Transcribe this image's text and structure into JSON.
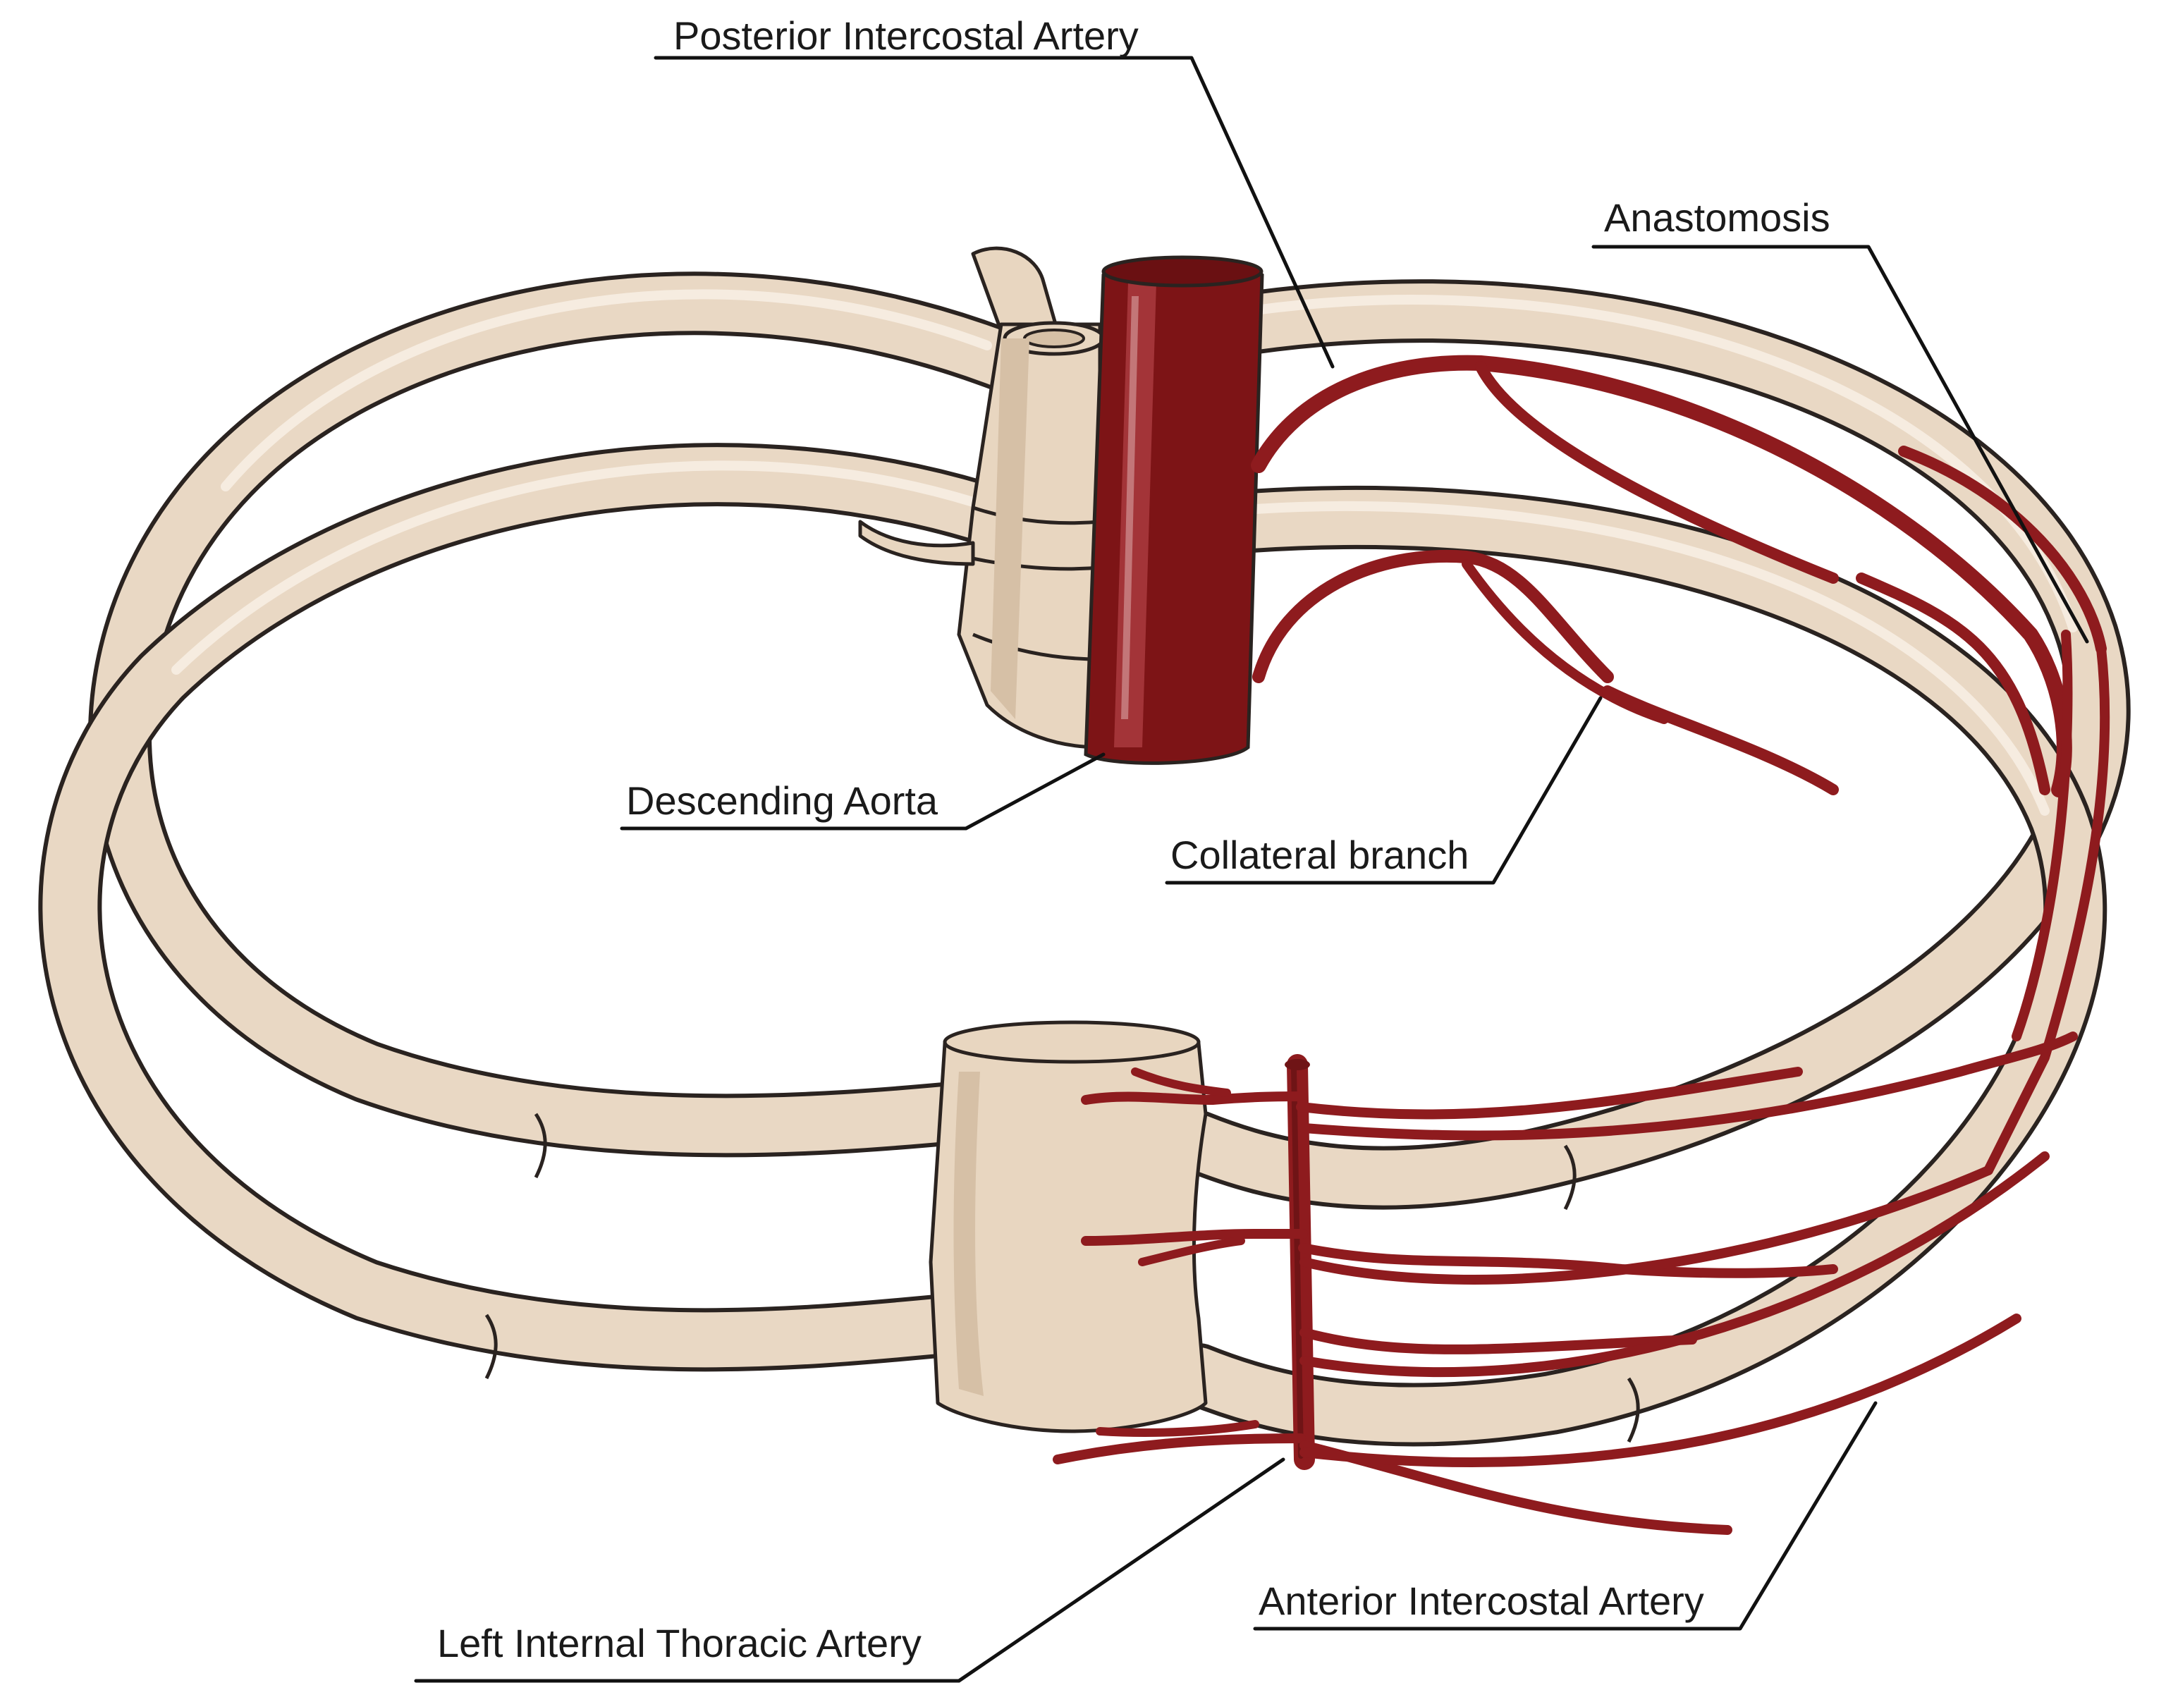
{
  "labels": {
    "posterior_intercostal_artery": "Posterior Intercostal Artery",
    "anastomosis": "Anastomosis",
    "descending_aorta": "Descending Aorta",
    "collateral_branch": "Collateral branch",
    "left_internal_thoracic_artery": "Left Internal Thoracic Artery",
    "anterior_intercostal_artery": "Anterior Intercostal Artery"
  },
  "colors": {
    "bone": "#e8d6c0",
    "bone_outline": "#2a2320",
    "artery": "#8e1b1e",
    "aorta": "#7d1416"
  }
}
